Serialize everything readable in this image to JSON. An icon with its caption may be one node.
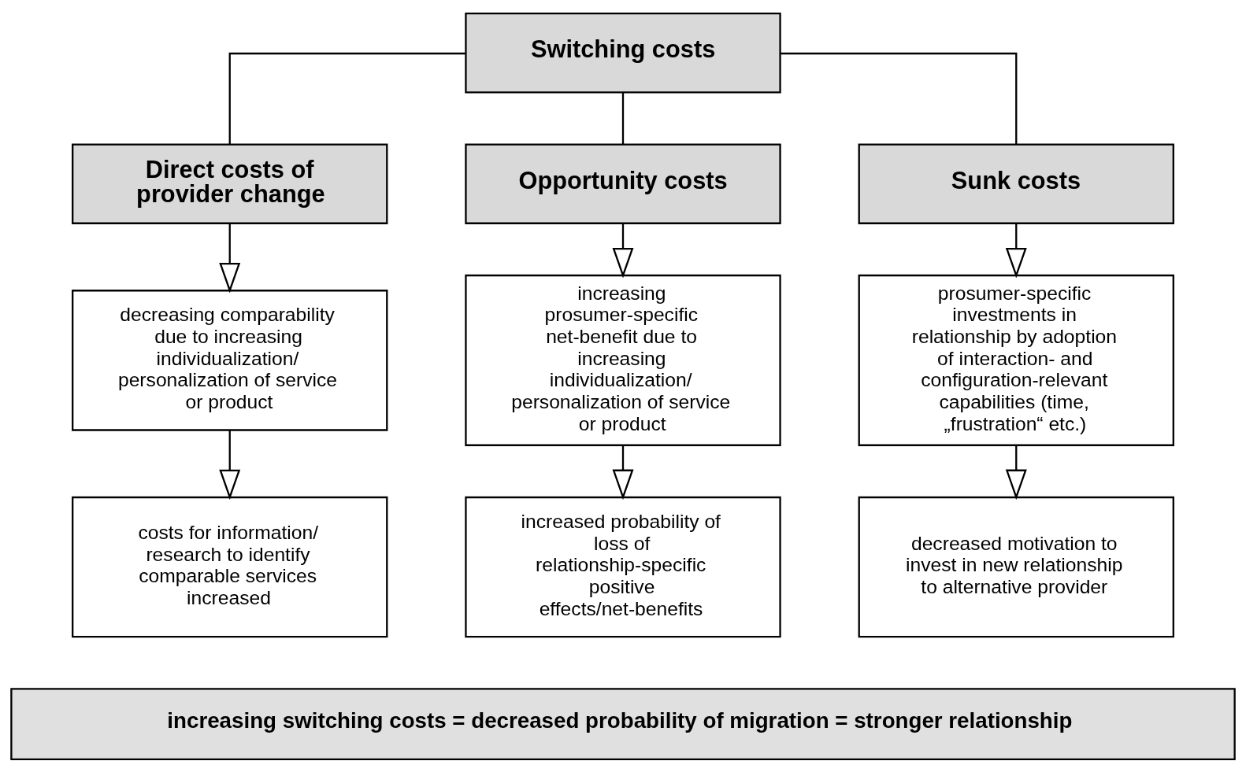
{
  "diagram": {
    "nodes": [
      {
        "text": [
          "Switching costs"
        ]
      },
      {
        "text": [
          "Direct costs of provider change"
        ]
      },
      {
        "text": [
          "Opportunity costs"
        ]
      },
      {
        "text": [
          "Sunk costs"
        ]
      },
      {
        "text": [
          "decreasing comparability due to increasing individualization/ personalization of service or product"
        ]
      },
      {
        "text": [
          "increasing prosumer-specific net-benefit due to increasing individualization/ personalization of service or product"
        ]
      },
      {
        "text": [
          "prosumer-specific investments in relationship by adoption of interaction- and configuration-relevant capabilities (time, „frustration“ etc.)"
        ]
      },
      {
        "text": [
          "costs for information/ research to identify comparable services increased"
        ]
      },
      {
        "text": [
          "increased probability of loss of relationship-specific positive effects/net-benefits"
        ]
      },
      {
        "text": [
          "decreased motivation to invest in new relationship to alternative provider"
        ]
      },
      {
        "text": [
          "increasing switching costs = decreased probability of migration = stronger relationship"
        ]
      }
    ],
    "edges": [
      {
        "from": 0,
        "to": 1,
        "arrow": "none"
      },
      {
        "from": 0,
        "to": 2,
        "arrow": "none"
      },
      {
        "from": 0,
        "to": 3,
        "arrow": "none"
      },
      {
        "from": 1,
        "to": 4,
        "arrow": "to"
      },
      {
        "from": 2,
        "to": 5,
        "arrow": "to"
      },
      {
        "from": 3,
        "to": 6,
        "arrow": "to"
      },
      {
        "from": 4,
        "to": 7,
        "arrow": "to"
      },
      {
        "from": 5,
        "to": 8,
        "arrow": "to"
      },
      {
        "from": 6,
        "to": 9,
        "arrow": "to"
      }
    ]
  }
}
